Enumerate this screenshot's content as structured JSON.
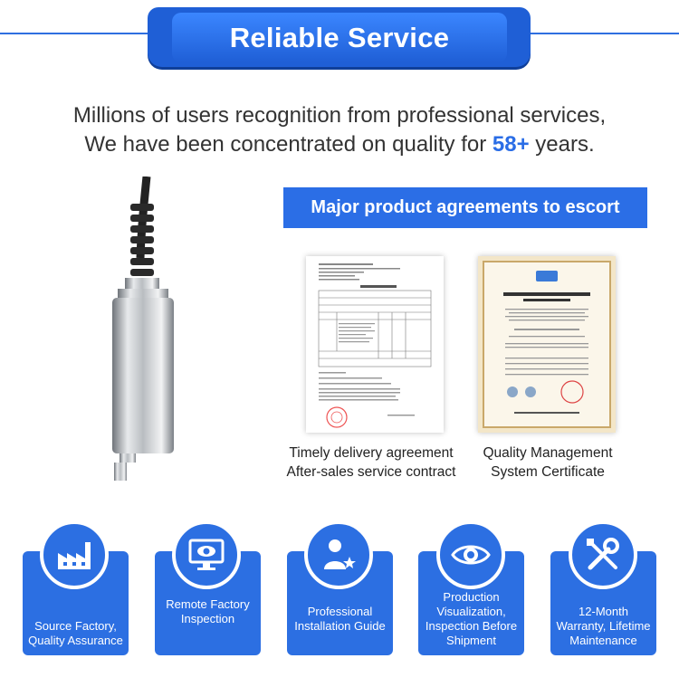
{
  "header": {
    "title": "Reliable Service"
  },
  "intro": {
    "line1": "Millions of users recognition from professional services,",
    "line2_prefix": "We have been concentrated on quality for ",
    "line2_highlight": "58+",
    "line2_suffix": " years."
  },
  "agreements": {
    "banner": "Major product agreements to escort",
    "invoice_caption_1": "Timely delivery agreement",
    "invoice_caption_2": "After-sales service contract",
    "cert_caption_1": "Quality Management",
    "cert_caption_2": "System Certificate"
  },
  "features": [
    {
      "label": "Source Factory, Quality Assurance",
      "icon": "factory-icon"
    },
    {
      "label": "Remote Factory Inspection",
      "icon": "monitor-eye-icon"
    },
    {
      "label": "Professional Installation Guide",
      "icon": "person-star-icon"
    },
    {
      "label": "Production Visualization, Inspection Before Shipment",
      "icon": "eye-icon"
    },
    {
      "label": "12-Month Warranty, Lifetime Maintenance",
      "icon": "tools-icon"
    }
  ],
  "colors": {
    "accent": "#2c6fe2",
    "highlight": "#2a6de6"
  }
}
